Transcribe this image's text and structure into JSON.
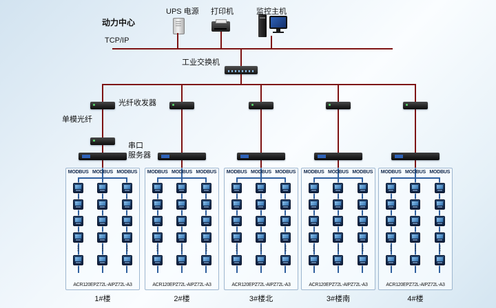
{
  "colors": {
    "bus_red": "#7d1212",
    "line_blue": "#2f5f9e",
    "panel_border": "#9db6cf"
  },
  "top": {
    "power_center": "动力中心",
    "ups_label": "UPS 电源",
    "printer_label": "打印机",
    "host_label": "监控主机",
    "tcpip_label": "TCP/IP",
    "switch_label": "工业交换机"
  },
  "annotations": {
    "fiber_transceiver": "光纤收发器",
    "single_mode_fiber": "单模光纤",
    "serial_server_line1": "串口",
    "serial_server_line2": "服务器"
  },
  "meters": {
    "ellipsis": "⋮"
  },
  "groups": [
    {
      "building": "1#楼",
      "modbus_headers": [
        "MODBUS",
        "MODBUS",
        "MODBUS"
      ],
      "device_label": "ACR120EPZ72L-AIPZ72L-A3"
    },
    {
      "building": "2#楼",
      "modbus_headers": [
        "MODBUS",
        "MODBUS",
        "MODBUS"
      ],
      "device_label": "ACR120EPZ72L-AIPZ72L-A3"
    },
    {
      "building": "3#楼北",
      "modbus_headers": [
        "MODBUS",
        "MODBUS",
        "MODBUS"
      ],
      "device_label": "ACR120EPZ72L-AIPZ72L-A3"
    },
    {
      "building": "3#楼南",
      "modbus_headers": [
        "MODBUS",
        "MODBUS",
        "MODBUS"
      ],
      "device_label": "ACR120EPZ72L-AIPZ72L-A3"
    },
    {
      "building": "4#楼",
      "modbus_headers": [
        "MODBUS",
        "MODBUS",
        "MODBUS"
      ],
      "device_label": "ACR120EPZ72L-AIPZ72L-A3"
    }
  ]
}
